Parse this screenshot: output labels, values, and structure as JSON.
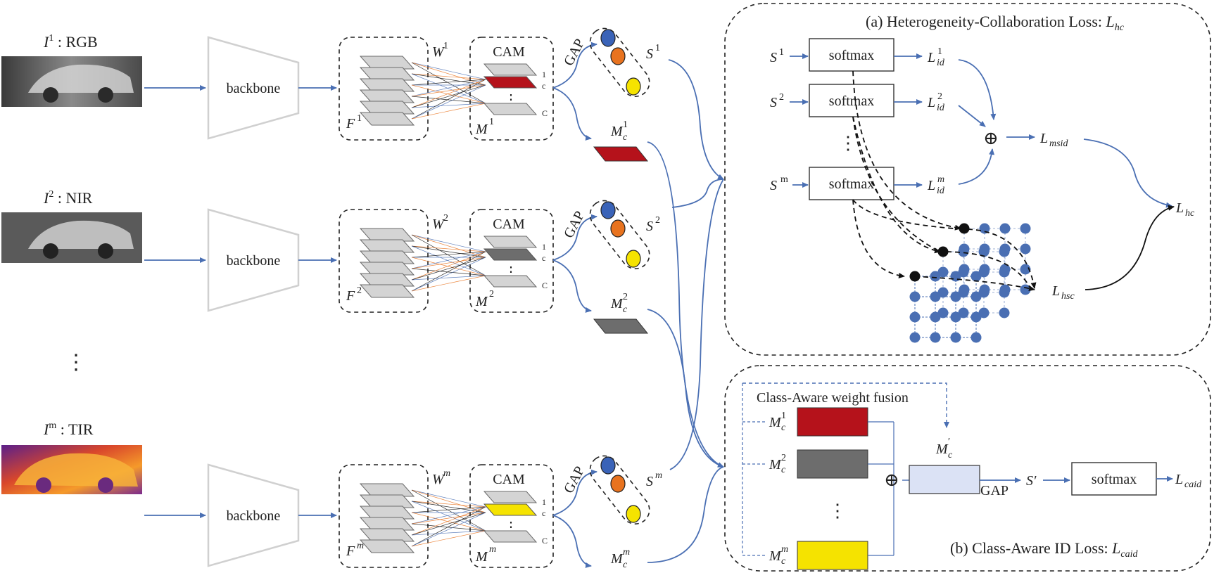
{
  "inputs": [
    {
      "symbol": "I",
      "sup": "1",
      "name": "RGB"
    },
    {
      "symbol": "I",
      "sup": "2",
      "name": "NIR"
    },
    {
      "symbol": "I",
      "sup": "m",
      "name": "TIR"
    }
  ],
  "backbone_label": "backbone",
  "cam_label": "CAM",
  "gap_label": "GAP",
  "channel_ticks": {
    "first": "1",
    "mid": "c",
    "last": "C"
  },
  "branches": [
    {
      "F": "F",
      "W": "W",
      "M": "M",
      "S": "S",
      "sup": "1",
      "mc_sup": "1",
      "mc_color": "#b5121b"
    },
    {
      "F": "F",
      "W": "W",
      "M": "M",
      "S": "S",
      "sup": "2",
      "mc_sup": "2",
      "mc_color": "#6d6d6d"
    },
    {
      "F": "F",
      "W": "W",
      "M": "M",
      "S": "S",
      "sup": "m",
      "mc_sup": "m",
      "mc_color": "#f5e300"
    }
  ],
  "mc_symbol": "M",
  "mc_sub": "c",
  "dots": "⋮",
  "panel_a": {
    "title": "(a) Heterogeneity-Collaboration Loss: ",
    "title_sym": "L",
    "title_sub": "hc",
    "softmax_label": "softmax",
    "s_sups": [
      "1",
      "2",
      "m"
    ],
    "lid_sub": "id",
    "msid_sub": "msid",
    "hsc_sub": "hsc",
    "hc_sub": "hc",
    "plus": "⊕"
  },
  "panel_b": {
    "title": "(b) Class-Aware ID Loss: ",
    "title_sym": "L",
    "title_sub": "caid",
    "fusion_label": "Class-Aware weight fusion",
    "mc_prime_sup": "′",
    "s_prime": "S′",
    "gap_label": "GAP",
    "softmax_label": "softmax",
    "caid_sub": "caid"
  },
  "colors": {
    "blue_line": "#4a6fb3",
    "node_blue": "#4a6fb3",
    "red": "#b5121b",
    "gray": "#6d6d6d",
    "yellow": "#f5e300",
    "orange": "#e8731f",
    "fused": "#dbe2f5"
  }
}
